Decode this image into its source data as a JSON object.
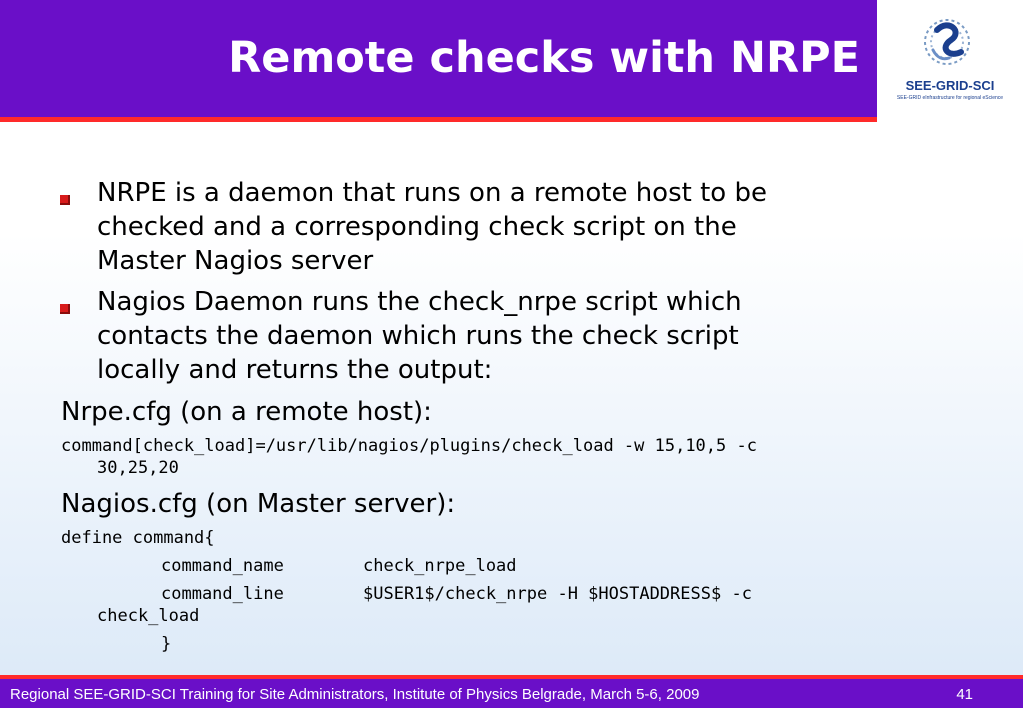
{
  "header": {
    "title": "Remote checks with NRPE",
    "logo_name": "SEE-GRID-SCI",
    "logo_tagline": "SEE-GRID eInfrastructure for regional eScience",
    "colors": {
      "header_bg": "#6a0fc8",
      "accent_line": "#ff2a2a",
      "bullet": "#d81b1b"
    }
  },
  "content": {
    "bullets": [
      {
        "lines": [
          "NRPE is a daemon that runs on a remote host to be",
          "checked and a corresponding check script on the",
          "Master Nagios server"
        ]
      },
      {
        "lines": [
          "Nagios Daemon runs the check_nrpe script which",
          "contacts the daemon which runs the check script",
          "locally and returns the output:"
        ]
      }
    ],
    "nrpe_cfg_label": "Nrpe.cfg (on a remote host):",
    "nrpe_cfg_code_line1": "command[check_load]=/usr/lib/nagios/plugins/check_load -w 15,10,5 -c",
    "nrpe_cfg_code_line2": "30,25,20",
    "nagios_cfg_label": "Nagios.cfg (on Master server):",
    "nagios_code": {
      "define": "define command{",
      "command_name_key": "command_name",
      "command_name_val": "check_nrpe_load",
      "command_line_key": "command_line",
      "command_line_val": "$USER1$/check_nrpe -H $HOSTADDRESS$ -c",
      "command_line_cont": "check_load",
      "close": "}"
    }
  },
  "footer": {
    "text": "Regional SEE-GRID-SCI Training for Site Administrators, Institute of Physics Belgrade, March 5-6, 2009",
    "page_number": "41"
  }
}
